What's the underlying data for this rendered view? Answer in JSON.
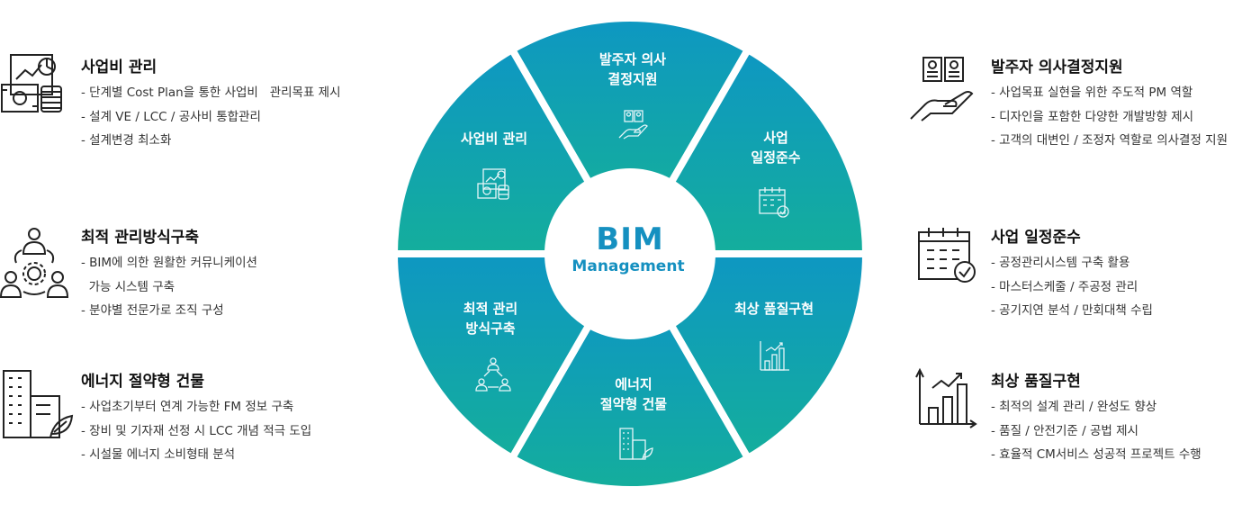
{
  "center": {
    "title": "BIM",
    "subtitle": "Management"
  },
  "segments": [
    {
      "label": "발주자 의사\n결정지원",
      "icon": "decision-support-icon"
    },
    {
      "label": "사업\n일정준수",
      "icon": "calendar-check-icon"
    },
    {
      "label": "최상 품질구현",
      "icon": "bar-chart-growth-icon"
    },
    {
      "label": "에너지\n절약형 건물",
      "icon": "eco-building-icon"
    },
    {
      "label": "최적 관리\n방식구축",
      "icon": "team-network-icon"
    },
    {
      "label": "사업비 관리",
      "icon": "cost-report-icon"
    }
  ],
  "left": [
    {
      "title": "사업비 관리",
      "icon": "cost-report-icon",
      "items": [
        "- 단계별 Cost Plan을 통한 사업비   관리목표 제시",
        "- 설계 VE / LCC / 공사비 통합관리",
        "- 설계변경 최소화"
      ]
    },
    {
      "title": "최적 관리방식구축",
      "icon": "team-network-icon",
      "items": [
        "- BIM에 의한 원활한 커뮤니케이션",
        "  가능 시스템 구축",
        "- 분야별 전문가로 조직 구성"
      ]
    },
    {
      "title": "에너지 절약형 건물",
      "icon": "eco-building-icon",
      "items": [
        "- 사업초기부터 연계 가능한 FM 정보 구축",
        "- 장비 및 기자재 선정 시 LCC 개념 적극 도입",
        "- 시설물 에너지 소비형태 분석"
      ]
    }
  ],
  "right": [
    {
      "title": "발주자 의사결정지원",
      "icon": "decision-support-icon",
      "items": [
        "- 사업목표 실현을 위한 주도적 PM 역할",
        "- 디자인을 포함한 다양한 개발방향 제시",
        "- 고객의 대변인 / 조정자 역할로 의사결정 지원"
      ]
    },
    {
      "title": "사업 일정준수",
      "icon": "calendar-check-icon",
      "items": [
        "- 공정관리시스템 구축 활용",
        "- 마스터스케줄 / 주공정 관리",
        "- 공기지연 분석 / 만회대책 수립"
      ]
    },
    {
      "title": "최상 품질구현",
      "icon": "bar-chart-growth-icon",
      "items": [
        "- 최적의 설계 관리 / 완성도 향상",
        "- 품질 / 안전기준 / 공법 제시",
        "- 효율적 CM서비스 성공적 프로젝트 수행"
      ]
    }
  ],
  "colors": {
    "wheel_top": "#0e97c2",
    "wheel_bottom": "#14ae9c",
    "accent_text": "#1590c0"
  }
}
